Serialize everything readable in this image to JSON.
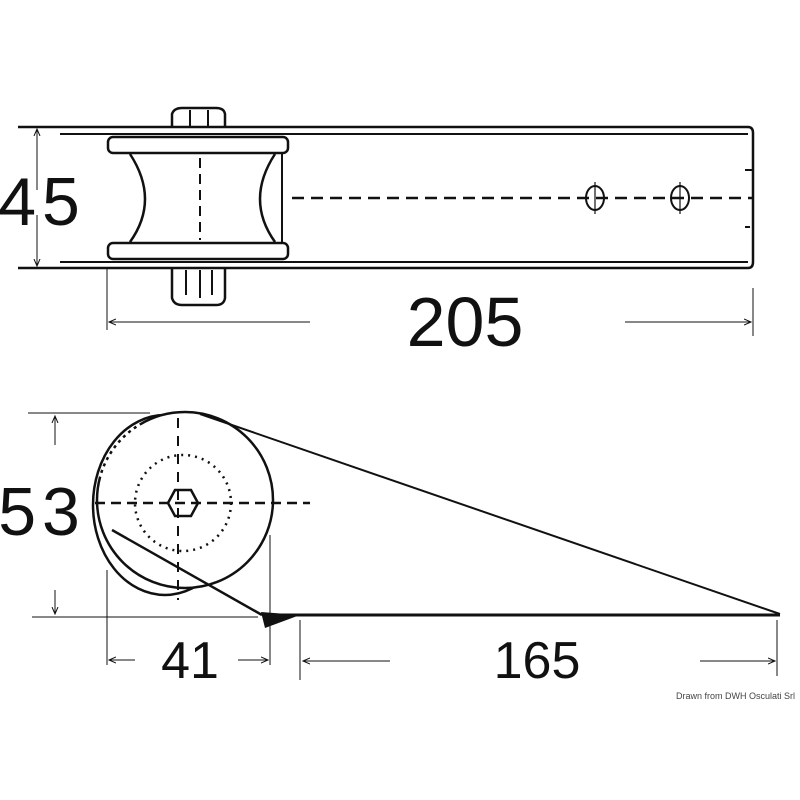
{
  "top_view": {
    "height_label": "45",
    "length_label": "205"
  },
  "side_view": {
    "height_label": "53",
    "roller_offset_label": "41",
    "tail_length_label": "165"
  },
  "credit": "Drawn from DWH Osculati Srl",
  "colors": {
    "line": "#111111",
    "background": "#ffffff"
  }
}
